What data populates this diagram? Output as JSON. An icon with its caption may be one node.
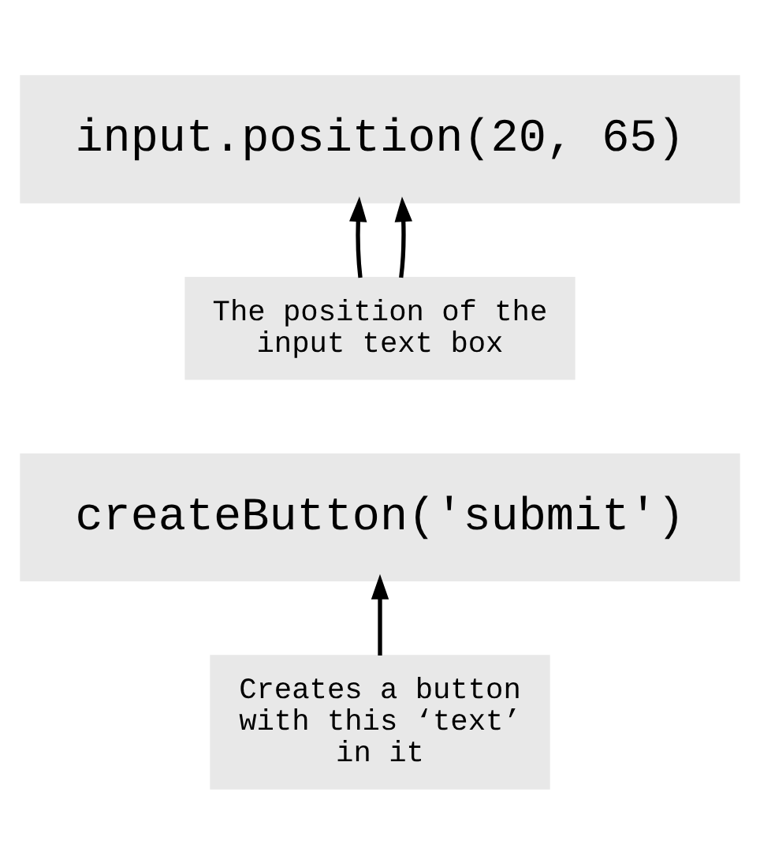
{
  "diagram": {
    "nodes": [
      {
        "text": [
          "input.position(20, 65)"
        ]
      },
      {
        "text": [
          "The position of the input text box"
        ]
      },
      {
        "text": [
          "createButton('submit')"
        ]
      },
      {
        "text": [
          "Creates a button with this ‘text’ in it"
        ]
      }
    ],
    "edges": [
      {
        "from": 1,
        "to": 0,
        "arrow": "to"
      },
      {
        "from": 1,
        "to": 0,
        "arrow": "to"
      },
      {
        "from": 3,
        "to": 2,
        "arrow": "to"
      }
    ]
  }
}
